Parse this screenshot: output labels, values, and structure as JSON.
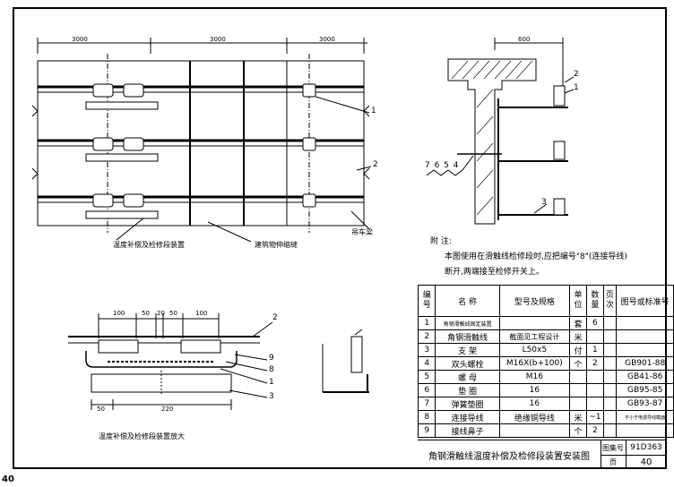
{
  "page_number": "40",
  "plan_view": {
    "dims": [
      "3000",
      "3000",
      "3000"
    ],
    "callouts": [
      "1",
      "2"
    ],
    "labels": {
      "expansion_device": "温度补偿及检修段装置",
      "building_joint": "建筑物伸缩缝",
      "crane_beam": "吊车梁"
    }
  },
  "section_view": {
    "dim_top": "600",
    "callouts_right": [
      "2",
      "1",
      "3"
    ],
    "callouts_left": "7 6 5 4"
  },
  "notes": {
    "heading": "附 注:",
    "line1": "本图使用在滑触线检修段时,应把编号\"8\"(连接导线)",
    "line2": "断开,两端接至检修开关上。"
  },
  "detail_view": {
    "dims_top": [
      "100",
      "50",
      "20",
      "50",
      "100"
    ],
    "dims_bottom": [
      "50",
      "220"
    ],
    "callouts": [
      "2",
      "9",
      "8",
      "1",
      "3"
    ],
    "caption": "温度补偿及检修段装置放大"
  },
  "material_table": {
    "headers": {
      "no": "编号",
      "name": "名 称",
      "model": "型号及规格",
      "unit": "单位",
      "qty": "数量",
      "page": "页次",
      "std": "图号或标准号"
    },
    "rows": [
      {
        "no": "1",
        "name": "角钢滑触线固定装置",
        "model": "",
        "unit": "套",
        "qty": "6",
        "page": "",
        "std": ""
      },
      {
        "no": "2",
        "name": "角钢滑触线",
        "model": "截面见工程设计",
        "unit": "米",
        "qty": "",
        "page": "",
        "std": ""
      },
      {
        "no": "3",
        "name": "支 架",
        "model": "L50x5",
        "unit": "付",
        "qty": "1",
        "page": "",
        "std": ""
      },
      {
        "no": "4",
        "name": "双头螺栓",
        "model": "M16X(b+100)",
        "unit": "个",
        "qty": "2",
        "page": "",
        "std": "GB901-88"
      },
      {
        "no": "5",
        "name": "螺 母",
        "model": "M16",
        "unit": "",
        "qty": "",
        "page": "",
        "std": "GB41-86"
      },
      {
        "no": "6",
        "name": "垫 圈",
        "model": "16",
        "unit": "",
        "qty": "",
        "page": "",
        "std": "GB95-85"
      },
      {
        "no": "7",
        "name": "弹簧垫圈",
        "model": "16",
        "unit": "",
        "qty": "",
        "page": "",
        "std": "GB93-87"
      },
      {
        "no": "8",
        "name": "连接导线",
        "model": "绝缘铜导线",
        "unit": "米",
        "qty": "~1",
        "page": "",
        "std": "不小于电源导线截面"
      },
      {
        "no": "9",
        "name": "接线鼻子",
        "model": "",
        "unit": "个",
        "qty": "2",
        "page": "",
        "std": ""
      }
    ]
  },
  "title_block": {
    "title": "角钢滑触线温度补偿及检修段装置安装图",
    "atlas_label": "图集号",
    "atlas_no": "91D363",
    "page_label": "页",
    "page_no": "40"
  }
}
